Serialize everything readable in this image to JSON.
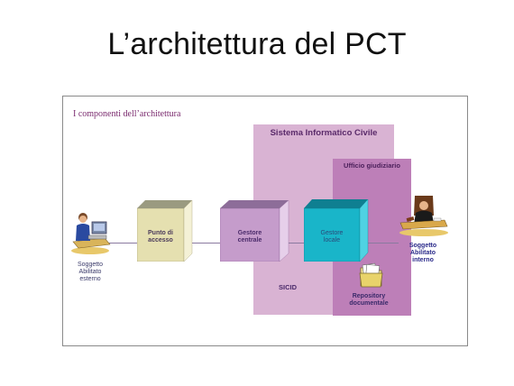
{
  "slide": {
    "title": "L’architettura del PCT"
  },
  "diagram": {
    "caption": "I componenti dell’architettura",
    "zones": {
      "sicid_zone_title": "Sistema Informatico Civile",
      "ufficio_title": "Ufficio giudiziario",
      "sicid_label": "SICID"
    },
    "components": {
      "punto_accesso": [
        "Punto di",
        "accesso"
      ],
      "gestore_centrale": [
        "Gestore",
        "centrale"
      ],
      "gestore_locale": [
        "Gestore",
        "locale"
      ]
    },
    "repository": [
      "Repository",
      "documentale"
    ],
    "actors": {
      "esterno": [
        "Soggetto",
        "Abilitato",
        "esterno"
      ],
      "interno": [
        "Soggetto",
        "Abilitato",
        "interno"
      ]
    },
    "colors": {
      "sicid_zone": "#d9b3d3",
      "ufficio_zone": "#bd7fb8",
      "punto_accesso": "#e5e0b0",
      "gestore_centrale": "#c59ccb",
      "gestore_locale": "#19b5c9",
      "caption": "#7a2a6e"
    }
  }
}
